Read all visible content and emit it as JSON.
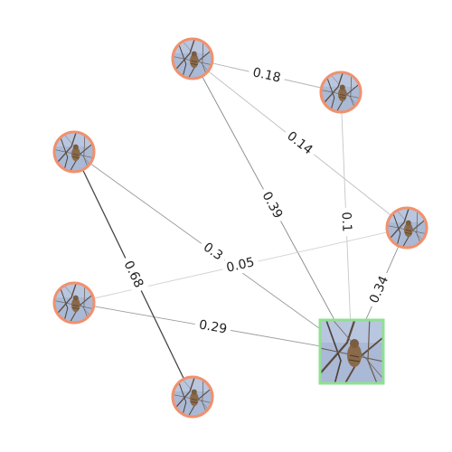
{
  "colors": {
    "background": "#ffffff",
    "node_border": "#f0916e",
    "query_border": "#90e090",
    "label_text": "#222222",
    "sky": "#a9b9d6",
    "branch": "#5b4a3c",
    "bird": "#8a6a4a"
  },
  "nodes": [
    {
      "id": "n0",
      "shape": "circle",
      "icon": "bird-in-tree-thumbnail"
    },
    {
      "id": "n1",
      "shape": "circle",
      "icon": "bird-in-tree-thumbnail"
    },
    {
      "id": "n2",
      "shape": "circle",
      "icon": "bird-in-tree-thumbnail"
    },
    {
      "id": "n3",
      "shape": "circle",
      "icon": "bird-in-tree-thumbnail"
    },
    {
      "id": "n4",
      "shape": "circle",
      "icon": "bird-in-tree-thumbnail"
    },
    {
      "id": "n5",
      "shape": "circle",
      "icon": "bird-in-tree-thumbnail"
    },
    {
      "id": "q",
      "shape": "square",
      "icon": "bird-in-tree-thumbnail",
      "role": "query"
    }
  ],
  "edges": [
    {
      "source": "n0",
      "target": "n1",
      "label": "0.18",
      "strength": 0.18
    },
    {
      "source": "n0",
      "target": "n3",
      "label": "0.14",
      "strength": 0.14
    },
    {
      "source": "n0",
      "target": "q",
      "label": "0.39",
      "strength": 0.39
    },
    {
      "source": "n1",
      "target": "q",
      "label": "0.1",
      "strength": 0.1
    },
    {
      "source": "n3",
      "target": "q",
      "label": "0.34",
      "strength": 0.34
    },
    {
      "source": "n2",
      "target": "q",
      "label": "0.3",
      "strength": 0.3
    },
    {
      "source": "n4",
      "target": "n3",
      "label": "0.05",
      "strength": 0.05
    },
    {
      "source": "n4",
      "target": "q",
      "label": "0.29",
      "strength": 0.29
    },
    {
      "source": "n2",
      "target": "n5",
      "label": "0.68",
      "strength": 0.68
    }
  ]
}
